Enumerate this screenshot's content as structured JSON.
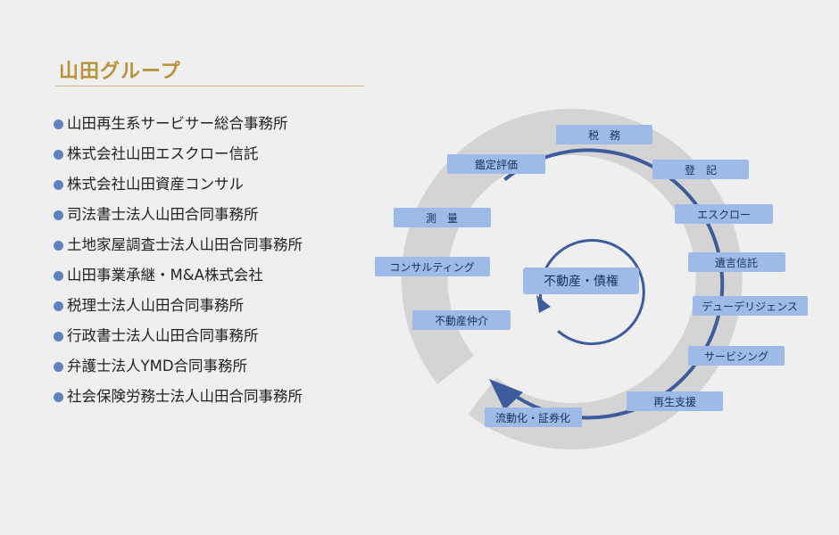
{
  "group_title": "山田グループ",
  "companies": [
    "山田再生系サービサー総合事務所",
    "株式会社山田エスクロー信託",
    "株式会社山田資産コンサル",
    "司法書士法人山田合同事務所",
    "土地家屋調査士法人山田合同事務所",
    "山田事業承継・M&A株式会社",
    "税理士法人山田合同事務所",
    "行政書士法人山田合同事務所",
    "弁護士法人YMD合同事務所",
    "社会保険労務士法人山田合同事務所"
  ],
  "cycle": {
    "center_label": "不動産・債権",
    "services": [
      "税　務",
      "登　記",
      "エスクロー",
      "遺言信託",
      "デューデリジェンス",
      "サービシング",
      "再生支援",
      "流動化・証券化",
      "不動産仲介",
      "コンサルティング",
      "測　量",
      "鑑定評価"
    ]
  },
  "colors": {
    "accent_gold": "#b8933a",
    "label_fill": "#9dbbe6",
    "label_text": "#16335f",
    "arrow_blue": "#3d5c9e",
    "ring_gray": "#d4d4d4"
  }
}
